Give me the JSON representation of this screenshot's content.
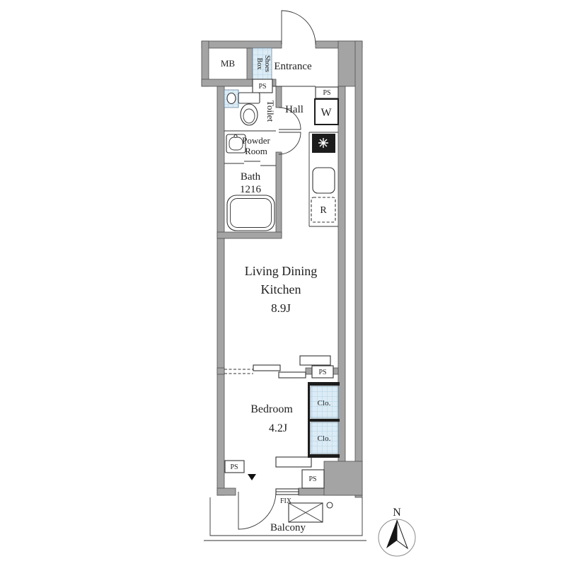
{
  "colors": {
    "wall_fill": "#a4a4a4",
    "wall_edge": "#4f4f4f",
    "line": "#333333",
    "hatch_bg": "#dcecf6",
    "hatch_line": "#b4d2e4",
    "black_wall": "#1c1c1c"
  },
  "labels": {
    "mb": "MB",
    "shoes_box": [
      "Shoes",
      "Box"
    ],
    "entrance": "Entrance",
    "ps": "PS",
    "toilet": "Toilet",
    "hall": "Hall",
    "washer": "W",
    "powder_room": [
      "Powder",
      "Room"
    ],
    "bath": [
      "Bath",
      "1216"
    ],
    "refrigerator": "R",
    "ldk": [
      "Living Dining",
      "Kitchen",
      "8.9J"
    ],
    "bedroom": [
      "Bedroom",
      "4.2J"
    ],
    "closet": "Clo.",
    "fix": "FIX",
    "balcony": "Balcony",
    "north": "N"
  }
}
